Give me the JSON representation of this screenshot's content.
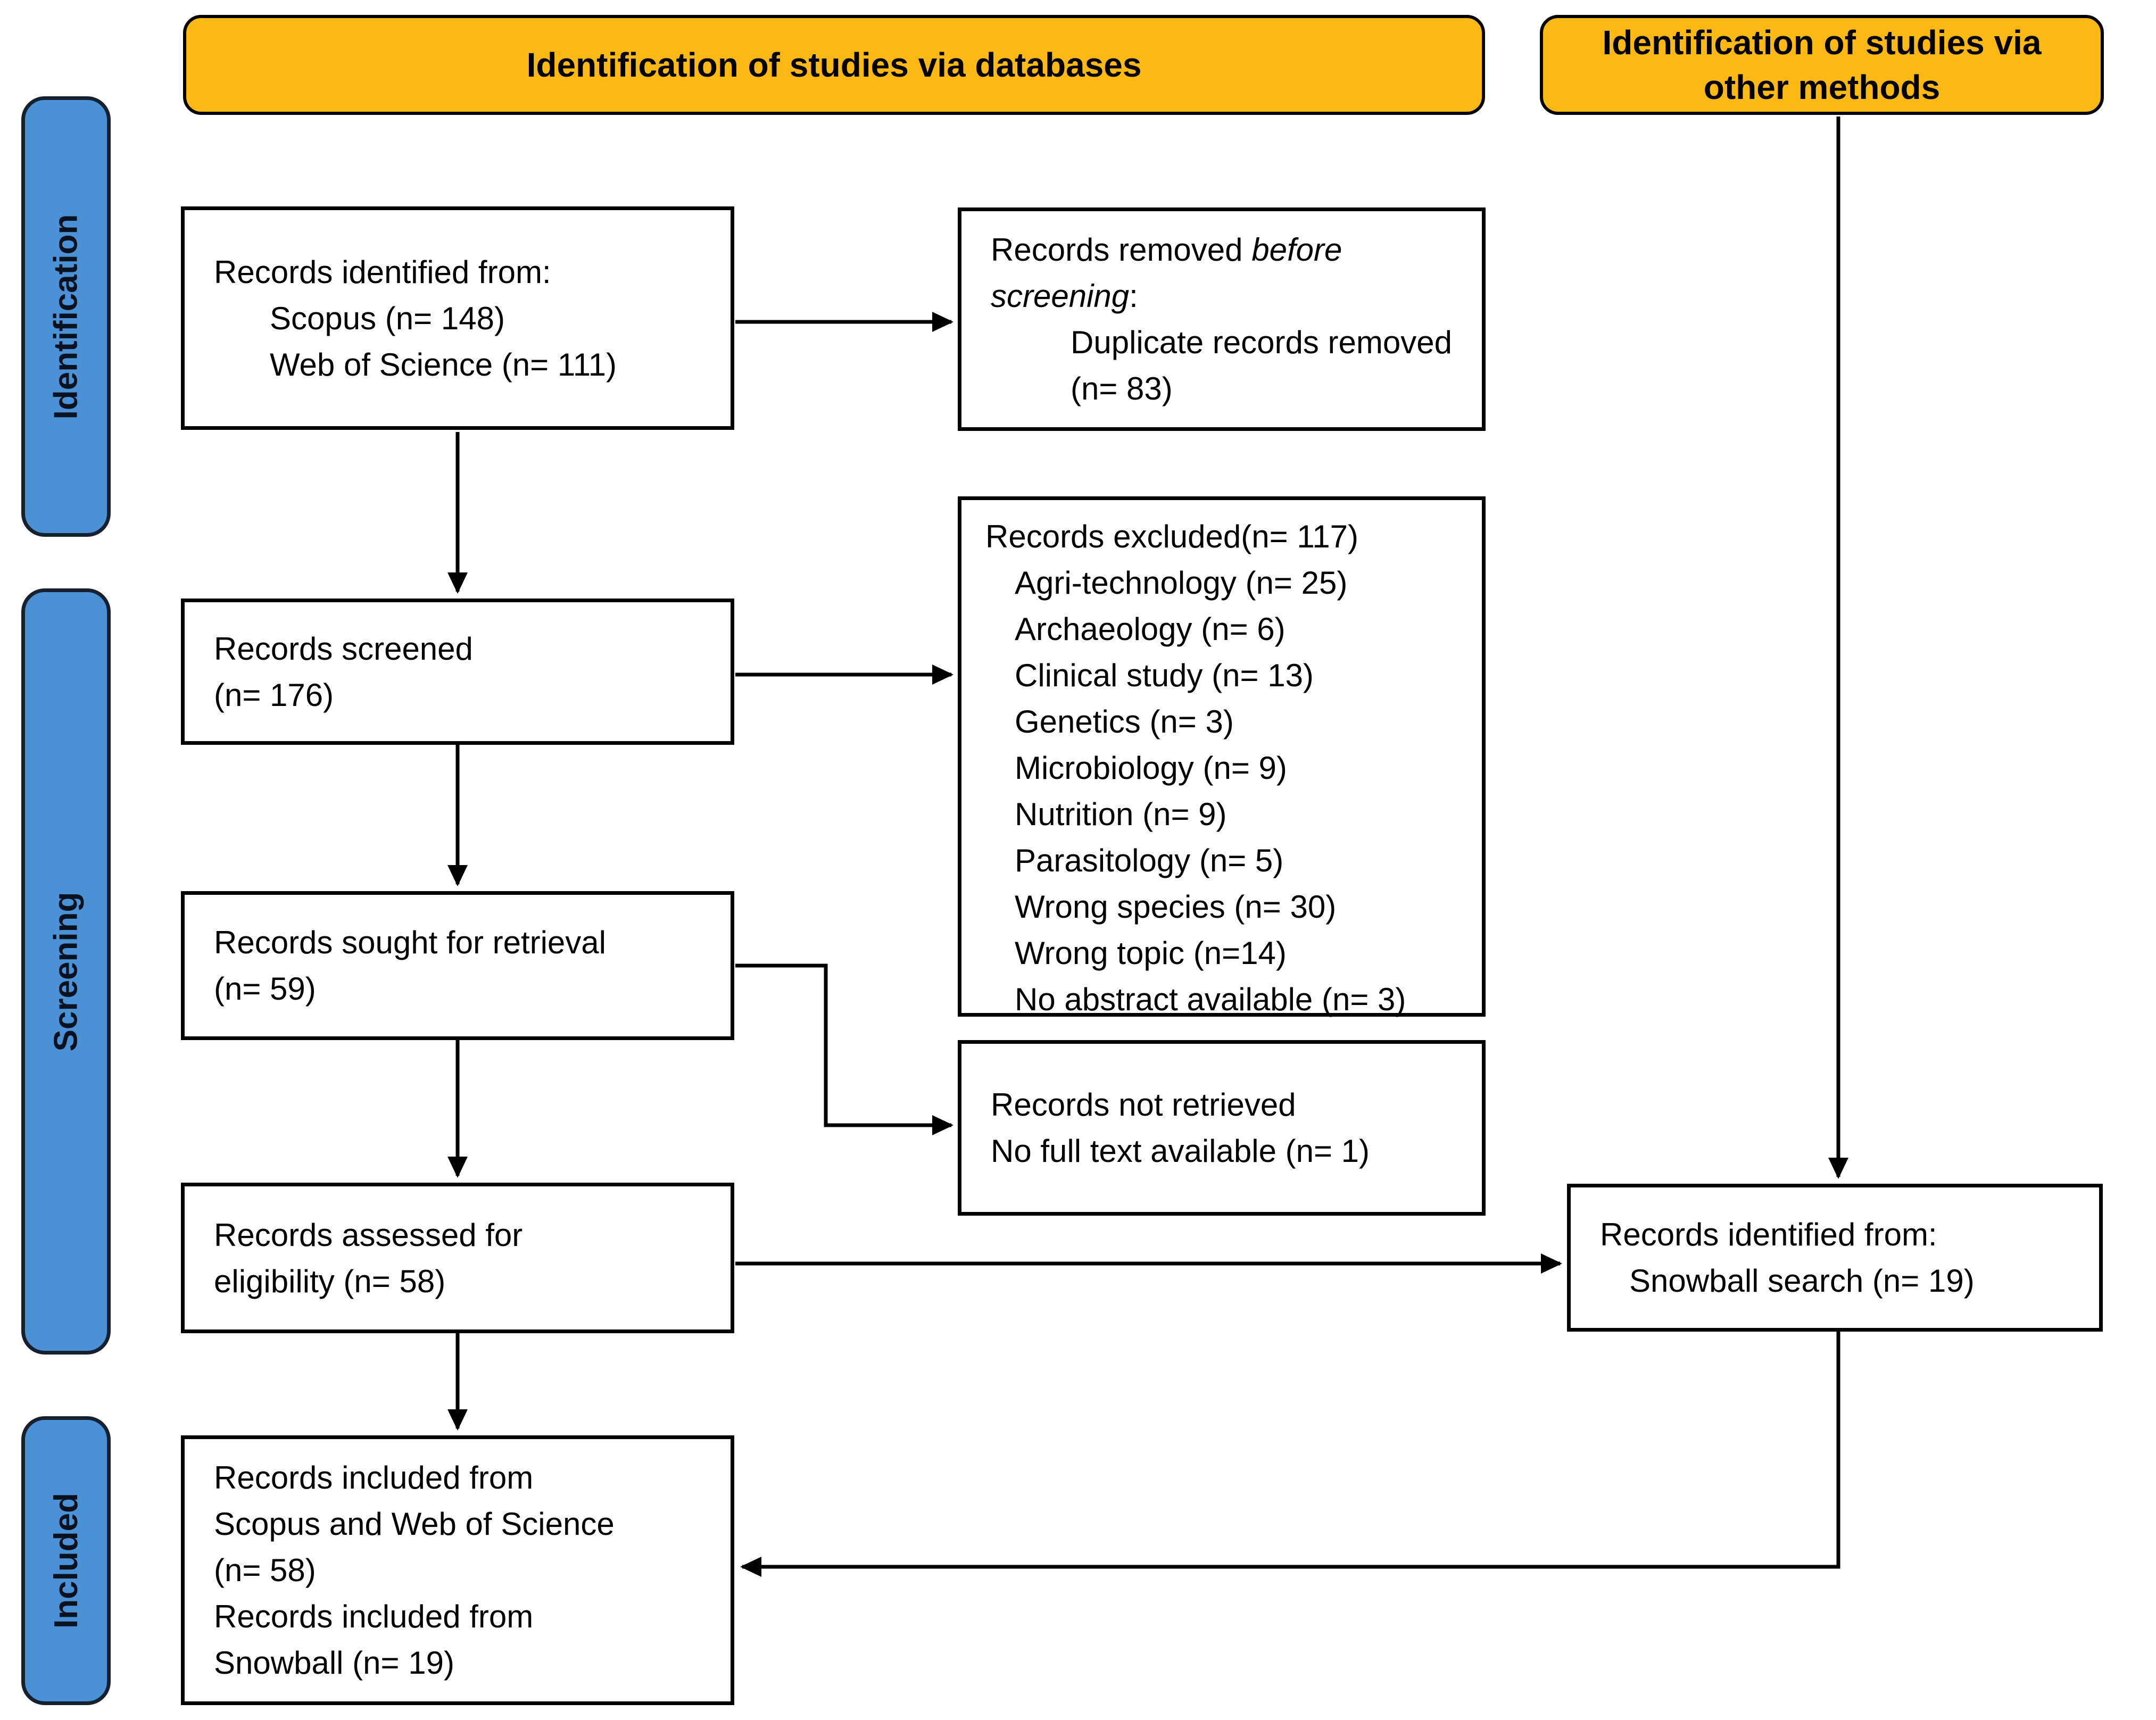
{
  "headers": {
    "databases": "Identification of studies via databases",
    "other_methods": "Identification of studies via other methods"
  },
  "stages": {
    "identification": "Identification",
    "screening": "Screening",
    "included": "Included"
  },
  "boxes": {
    "identified": {
      "line1": "Records identified from:",
      "line2": "Scopus (n= 148)",
      "line3": "Web of Science (n= 111)"
    },
    "removed": {
      "prefix": "Records removed ",
      "italic": "before screening",
      "suffix": ":",
      "item": "Duplicate records removed  (n= 83)"
    },
    "screened": {
      "line1": "Records screened",
      "line2": "(n= 176)"
    },
    "excluded": {
      "title": "Records excluded(n= 117)",
      "items": [
        "Agri-technology (n= 25)",
        "Archaeology (n= 6)",
        "Clinical study (n= 13)",
        "Genetics (n= 3)",
        "Microbiology (n= 9)",
        "Nutrition (n= 9)",
        "Parasitology (n= 5)",
        "Wrong species (n= 30)",
        "Wrong topic (n=14)",
        "No abstract available (n= 3)"
      ]
    },
    "sought": {
      "line1": "Records sought for retrieval",
      "line2": "(n= 59)"
    },
    "not_retrieved": {
      "line1": "Records not retrieved",
      "line2": "No full text available (n= 1)"
    },
    "assessed": {
      "line1": "Records assessed for",
      "line2": "eligibility (n= 58)"
    },
    "snowball": {
      "line1": "Records identified from:",
      "line2": "Snowball search (n= 19)"
    },
    "included_final": {
      "line1": "Records included from",
      "line2": "Scopus and Web of Science",
      "line3": "(n= 58)",
      "line4": "Records included from",
      "line5": "Snowball (n= 19)"
    }
  },
  "colors": {
    "header_bg": "#FCB813",
    "header_border": "#000000",
    "stage_bg": "#4A91D6",
    "stage_border": "#16202F",
    "box_bg": "#FFFFFF",
    "box_border": "#000000",
    "text": "#000000",
    "connector": "#000000",
    "background": "#FFFFFF"
  }
}
